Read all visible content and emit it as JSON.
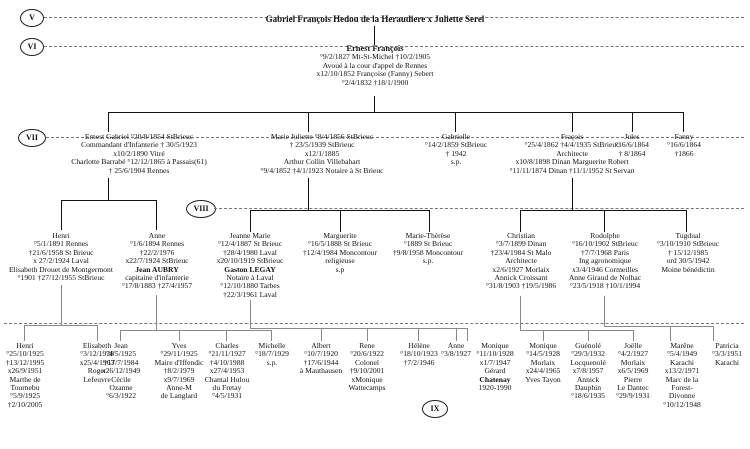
{
  "generations": [
    "V",
    "VI",
    "VII",
    "VIII",
    "IX"
  ],
  "root_couple": "Gabriel François Hedou de la Heraudiere x Juliette Serel",
  "gen6": {
    "name": "Ernest François",
    "lines": [
      "°9/2/1827 Mt-St-Michel †10/2/1905",
      "Avoué à la cour d'appel de Rennes",
      "x12/10/1852 Françoise (Fanny) Sebert",
      "°2/4/1832 †18/1/1900"
    ]
  },
  "gen7": [
    {
      "lines": [
        "Ernest Gabriel °20/8/1854 StBrieuc",
        "Commandant d'Infanterie † 30/5/1923",
        "x10/2/1890 Vitré",
        "Charlotte Barrabé °12/12/1865 à Passais(61)",
        "† 25/6/1904 Rennes"
      ]
    },
    {
      "lines": [
        "Marie Juliette °8/4/1856 StBrieuc",
        "† 23/5/1939 StBrieuc",
        "x12/1/1885",
        "Arthur Collin Villebahart",
        "°9/4/1852 †4/1/1923 Notaire à St Brieuc"
      ]
    },
    {
      "lines": [
        "Gabrielle",
        "°14/2/1859 StBrieuc",
        "† 1942",
        "s.p."
      ]
    },
    {
      "lines": [
        "Fraçois",
        "°25/4/1862 †4/4/1935 StBrieuc",
        "Architecte",
        "x10/8/1898 Dinan Marguerite Robert",
        "°11/11/1874 Dinan †11/1/1952 St Servan"
      ]
    },
    {
      "lines": [
        "Jules",
        "°16/6/1864",
        "† 8/1864"
      ]
    },
    {
      "lines": [
        "Fanny",
        "°16/6/1864",
        "†1866"
      ]
    }
  ],
  "gen8": [
    {
      "lines": [
        "Henri",
        "°5/1/1891 Rennes",
        "†21/6/1958 St Brieuc",
        "x 27/2/1924 Laval",
        "Elisabeth Drouet de Montgermont",
        "°1901 †27/12/1955 StBrieuc"
      ]
    },
    {
      "lines": [
        "Anne",
        "°1/6/1894 Rennes",
        "†22/2/1976",
        "x22/7/1924 StBrieuc",
        "Jean AUBRY",
        "capitaine d'infanterie",
        "°17/8/1883 †27/4/1957"
      ]
    },
    {
      "lines": [
        "Jeanne Marie",
        "°12/4/1887 St Brieuc",
        "†28/4/1980 Laval",
        "x20/10/1919 StBrieuc",
        "Gaston LEGAY",
        "Notaire à Laval",
        "°12/10/1880 Tarbes",
        "†22/3/1961 Laval"
      ]
    },
    {
      "lines": [
        "Marguerite",
        "°16/5/1888 St Brieuc",
        "†12/4/1984 Moncontour",
        "religieuse",
        "s.p"
      ]
    },
    {
      "lines": [
        "Marie-Thérèse",
        "°1889 St Brieuc",
        "†9/8/1958 Moncontour",
        "s.p."
      ]
    },
    {
      "lines": [
        "Christian",
        "°3/7/1899 Dinan",
        "†23/4/1984 St Malo",
        "Architecte",
        "x2/6/1927 Morlaix",
        "Annick Croissant",
        "°31/8/1903 †19/5/1986"
      ]
    },
    {
      "lines": [
        "Rodolphe",
        "°16/10/1902 StBrieuc",
        "†7/7/1968 Paris",
        "Ing agronomique",
        "x3/4/1946 Cormeilles",
        "Anne Giraud de Nolhac",
        "°23/5/1918 †10/1/1994"
      ]
    },
    {
      "lines": [
        "Tugdual",
        "°3/10/1910 StBrieuc",
        "† 15/12/1985",
        "ord 30/5/1942",
        "Moine bénédictin"
      ]
    }
  ],
  "gen9": [
    {
      "lines": [
        "Henri",
        "°25/10/1925",
        "†13/12/1995",
        "x26/9/1951",
        "Marthe de",
        "Tournebu",
        "°5/9/1925",
        "†2/10/2005"
      ]
    },
    {
      "lines": [
        "Elisabeth",
        "°3/12/1928",
        "x25/4/1963",
        "Roger",
        "Lefeuvre"
      ]
    },
    {
      "lines": [
        "Jean",
        "°4/5/1925",
        "†17/7/1984",
        "x26/12/1949",
        "Cécile",
        "Ozanne",
        "°6/3/1922"
      ]
    },
    {
      "lines": [
        "Yves",
        "°29/11/1925",
        "Maire d'Iffendic",
        "†8/2/1979",
        "x9/7/1969",
        "Anne-M",
        "de Langlard"
      ]
    },
    {
      "lines": [
        "Charles",
        "°21/11/1927",
        "†4/10/1988",
        "x27/4/1953",
        "Chantal Hulou",
        "du Fretay",
        "°4/5/1931"
      ]
    },
    {
      "lines": [
        "Michelle",
        "°18/7/1929",
        "s.p."
      ]
    },
    {
      "lines": [
        "Albert",
        "°10/7/1920",
        "†17/6/1944",
        "à Mauthausen"
      ]
    },
    {
      "lines": [
        "Rene",
        "°20/6/1922",
        "Colonel",
        "†9/10/2001",
        "xMonique",
        "Wattecamps"
      ]
    },
    {
      "lines": [
        "Hélène",
        "°18/10/1923",
        "†7/2/1946"
      ]
    },
    {
      "lines": [
        "Anne",
        "°3/8/1927"
      ]
    },
    {
      "lines": [
        "Monique",
        "°11/10/1928",
        "x1/7/1947",
        "Gérard",
        "Chatenay",
        "1920-1990"
      ]
    },
    {
      "lines": [
        "Monique",
        "°14/5/1928",
        "Morlaix",
        "x24/4/1965",
        "Yves Tayon"
      ]
    },
    {
      "lines": [
        "Guénolé",
        "°29/3/1932",
        "Locquenolé",
        "x7/8/1957",
        "Annick",
        "Dauphin",
        "°18/6/1935"
      ]
    },
    {
      "lines": [
        "Joëlle",
        "°4/2/1927",
        "Morlaix",
        "x6/5/1969",
        "Pierre",
        "Le Dantec",
        "°29/9/1931"
      ]
    },
    {
      "lines": [
        "Marêne",
        "°5/4/1949",
        "Karachi",
        "x13/2/1971",
        "Marc de la",
        "Forest-",
        "Divonne",
        "°10/12/1948"
      ]
    },
    {
      "lines": [
        "Patricia",
        "°3/3/1951",
        "Karachi"
      ]
    }
  ]
}
